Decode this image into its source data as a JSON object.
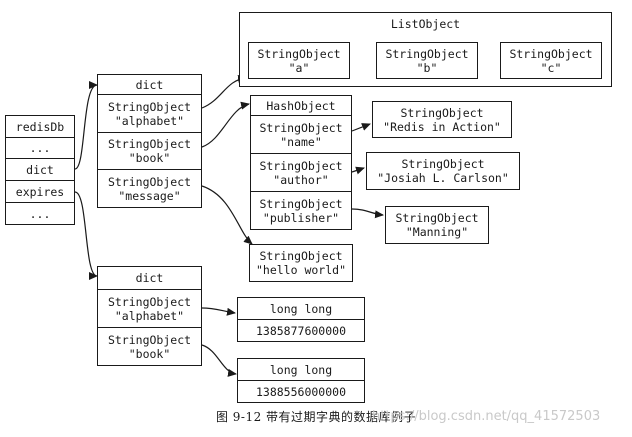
{
  "redisDb": {
    "title": "redisDb",
    "cells": [
      "...",
      "dict",
      "expires",
      "..."
    ]
  },
  "dict": {
    "title": "dict",
    "cells": [
      [
        "StringObject",
        "\"alphabet\""
      ],
      [
        "StringObject",
        "\"book\""
      ],
      [
        "StringObject",
        "\"message\""
      ]
    ]
  },
  "expires": {
    "title": "dict",
    "cells": [
      [
        "StringObject",
        "\"alphabet\""
      ],
      [
        "StringObject",
        "\"book\""
      ]
    ]
  },
  "list_object": {
    "title": "ListObject",
    "items": [
      [
        "StringObject",
        "\"a\""
      ],
      [
        "StringObject",
        "\"b\""
      ],
      [
        "StringObject",
        "\"c\""
      ]
    ]
  },
  "hash_object": {
    "title": "HashObject",
    "fields": [
      [
        "StringObject",
        "\"name\""
      ],
      [
        "StringObject",
        "\"author\""
      ],
      [
        "StringObject",
        "\"publisher\""
      ]
    ],
    "values": [
      [
        "StringObject",
        "\"Redis in Action\""
      ],
      [
        "StringObject",
        "\"Josiah L. Carlson\""
      ],
      [
        "StringObject",
        "\"Manning\""
      ]
    ]
  },
  "message_value": [
    "StringObject",
    "\"hello world\""
  ],
  "expire_times": [
    {
      "type": "long long",
      "value": "1385877600000"
    },
    {
      "type": "long long",
      "value": "1388556000000"
    }
  ],
  "caption": "图 9-12   带有过期字典的数据库例子",
  "watermark": "https://blog.csdn.net/qq_41572503"
}
